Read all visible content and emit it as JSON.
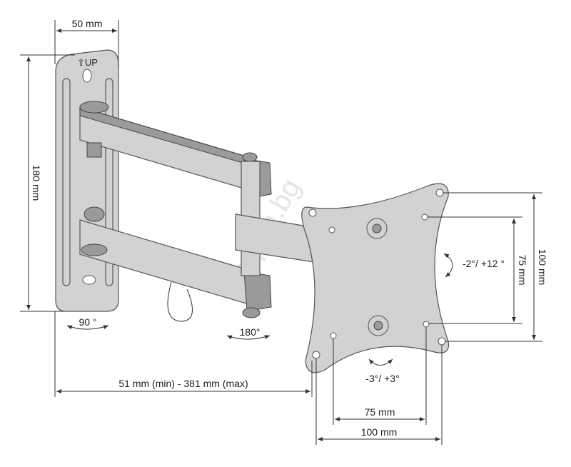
{
  "dimensions": {
    "plate_width": "50 mm",
    "plate_height": "180 mm",
    "extension": "51 mm (min) - 381 mm (max)",
    "vesa_small_h": "75 mm",
    "vesa_large_h": "100 mm",
    "vesa_small_v": "75 mm",
    "vesa_large_v": "100 mm"
  },
  "rotations": {
    "wall_swivel": "90 °",
    "arm_swivel": "180°",
    "tilt": "-2°/ +12 °",
    "roll": "-3°/ +3°"
  },
  "plate_label": "⇧UP",
  "watermark": "lampita.bg"
}
